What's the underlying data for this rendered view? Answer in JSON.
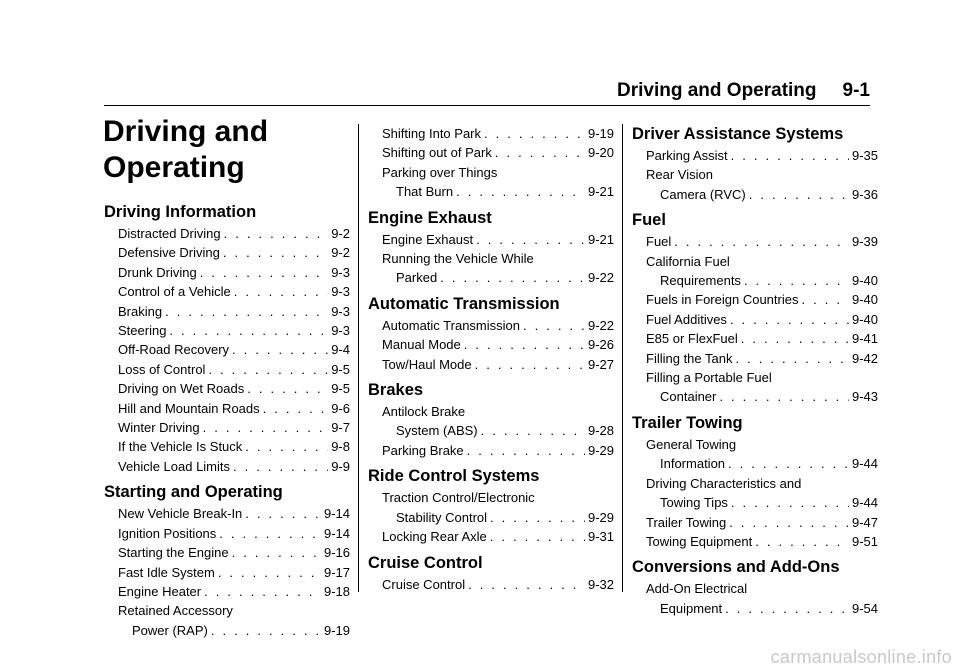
{
  "header": {
    "title": "Driving and Operating",
    "page": "9-1"
  },
  "chapter_title_line1": "Driving and",
  "chapter_title_line2": "Operating",
  "col1": {
    "sections": [
      {
        "title": "Driving Information",
        "entries": [
          {
            "label": "Distracted Driving",
            "page": "9-2"
          },
          {
            "label": "Defensive Driving",
            "page": "9-2"
          },
          {
            "label": "Drunk Driving",
            "page": "9-3"
          },
          {
            "label": "Control of a Vehicle",
            "page": "9-3"
          },
          {
            "label": "Braking",
            "page": "9-3"
          },
          {
            "label": "Steering",
            "page": "9-3"
          },
          {
            "label": "Off-Road Recovery",
            "page": "9-4"
          },
          {
            "label": "Loss of Control",
            "page": "9-5"
          },
          {
            "label": "Driving on Wet Roads",
            "page": "9-5"
          },
          {
            "label": "Hill and Mountain Roads",
            "page": "9-6"
          },
          {
            "label": "Winter Driving",
            "page": "9-7"
          },
          {
            "label": "If the Vehicle Is Stuck",
            "page": "9-8"
          },
          {
            "label": "Vehicle Load Limits",
            "page": "9-9"
          }
        ]
      },
      {
        "title": "Starting and Operating",
        "entries": [
          {
            "label": "New Vehicle Break-In",
            "page": "9-14"
          },
          {
            "label": "Ignition Positions",
            "page": "9-14"
          },
          {
            "label": "Starting the Engine",
            "page": "9-16"
          },
          {
            "label": "Fast Idle System",
            "page": "9-17"
          },
          {
            "label": "Engine Heater",
            "page": "9-18"
          },
          {
            "label": "Retained Accessory",
            "label2": "Power (RAP)",
            "page": "9-19"
          }
        ]
      }
    ]
  },
  "col2": {
    "sections": [
      {
        "title": "",
        "entries": [
          {
            "label": "Shifting Into Park",
            "page": "9-19"
          },
          {
            "label": "Shifting out of Park",
            "page": "9-20"
          },
          {
            "label": "Parking over Things",
            "label2": "That Burn",
            "page": "9-21"
          }
        ]
      },
      {
        "title": "Engine Exhaust",
        "entries": [
          {
            "label": "Engine Exhaust",
            "page": "9-21"
          },
          {
            "label": "Running the Vehicle While",
            "label2": "Parked",
            "page": "9-22"
          }
        ]
      },
      {
        "title": "Automatic Transmission",
        "entries": [
          {
            "label": "Automatic Transmission",
            "page": "9-22"
          },
          {
            "label": "Manual Mode",
            "page": "9-26"
          },
          {
            "label": "Tow/Haul Mode",
            "page": "9-27"
          }
        ]
      },
      {
        "title": "Brakes",
        "entries": [
          {
            "label": "Antilock Brake",
            "label2": "System (ABS)",
            "page": "9-28"
          },
          {
            "label": "Parking Brake",
            "page": "9-29"
          }
        ]
      },
      {
        "title": "Ride Control Systems",
        "entries": [
          {
            "label": "Traction Control/Electronic",
            "label2": "Stability Control",
            "page": "9-29"
          },
          {
            "label": "Locking Rear Axle",
            "page": "9-31"
          }
        ]
      },
      {
        "title": "Cruise Control",
        "entries": [
          {
            "label": "Cruise Control",
            "page": "9-32"
          }
        ]
      }
    ]
  },
  "col3": {
    "sections": [
      {
        "title": "Driver Assistance Systems",
        "entries": [
          {
            "label": "Parking Assist",
            "page": "9-35"
          },
          {
            "label": "Rear Vision",
            "label2": "Camera (RVC)",
            "page": "9-36"
          }
        ]
      },
      {
        "title": "Fuel",
        "entries": [
          {
            "label": "Fuel",
            "page": "9-39"
          },
          {
            "label": "California Fuel",
            "label2": "Requirements",
            "page": "9-40"
          },
          {
            "label": "Fuels in Foreign Countries",
            "page": "9-40"
          },
          {
            "label": "Fuel Additives",
            "page": "9-40"
          },
          {
            "label": "E85 or FlexFuel",
            "page": "9-41"
          },
          {
            "label": "Filling the Tank",
            "page": "9-42"
          },
          {
            "label": "Filling a Portable Fuel",
            "label2": "Container",
            "page": "9-43"
          }
        ]
      },
      {
        "title": "Trailer Towing",
        "entries": [
          {
            "label": "General Towing",
            "label2": "Information",
            "page": "9-44"
          },
          {
            "label": "Driving Characteristics and",
            "label2": "Towing Tips",
            "page": "9-44"
          },
          {
            "label": "Trailer Towing",
            "page": "9-47"
          },
          {
            "label": "Towing Equipment",
            "page": "9-51"
          }
        ]
      },
      {
        "title": "Conversions and Add-Ons",
        "entries": [
          {
            "label": "Add-On Electrical",
            "label2": "Equipment",
            "page": "9-54"
          }
        ]
      }
    ]
  },
  "footer": {
    "watermark": "carmanualsonline.info"
  }
}
